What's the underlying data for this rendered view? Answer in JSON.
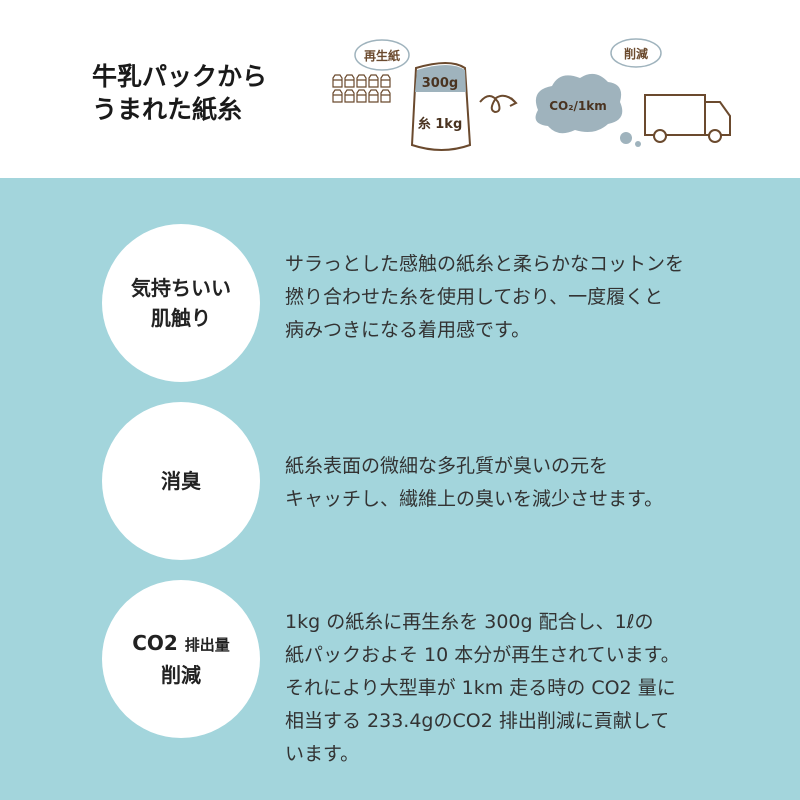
{
  "header": {
    "title_line1": "牛乳パックから",
    "title_line2": "うまれた紙糸"
  },
  "illustration": {
    "bubble_left": "再生紙",
    "spool_top": "300g",
    "spool_bottom": "糸 1kg",
    "cloud": "CO₂/1km",
    "bubble_right": "削減",
    "colors": {
      "brown": "#6b4a2e",
      "gray": "#9fb3bd"
    }
  },
  "features": [
    {
      "title_line1": "気持ちいい",
      "title_line2": "肌触り",
      "text": "サラっとした感触の紙糸と柔らかなコットンを\n撚り合わせた糸を使用しており、一度履くと\n病みつきになる着用感です。"
    },
    {
      "title_line1": "消臭",
      "text": "紙糸表面の微細な多孔質が臭いの元を\nキャッチし、繊維上の臭いを減少させます。"
    },
    {
      "title_co2": "CO2",
      "title_small": "排出量",
      "title_line2": "削減",
      "text": "1kg の紙糸に再生糸を 300g 配合し、1ℓの\n紙パックおよそ 10 本分が再生されています。\nそれにより大型車が 1km 走る時の CO2 量に\n相当する 233.4gのCO2 排出削減に貢献して\nいます。"
    }
  ],
  "colors": {
    "background": "#a3d5dc",
    "circle": "#ffffff"
  }
}
